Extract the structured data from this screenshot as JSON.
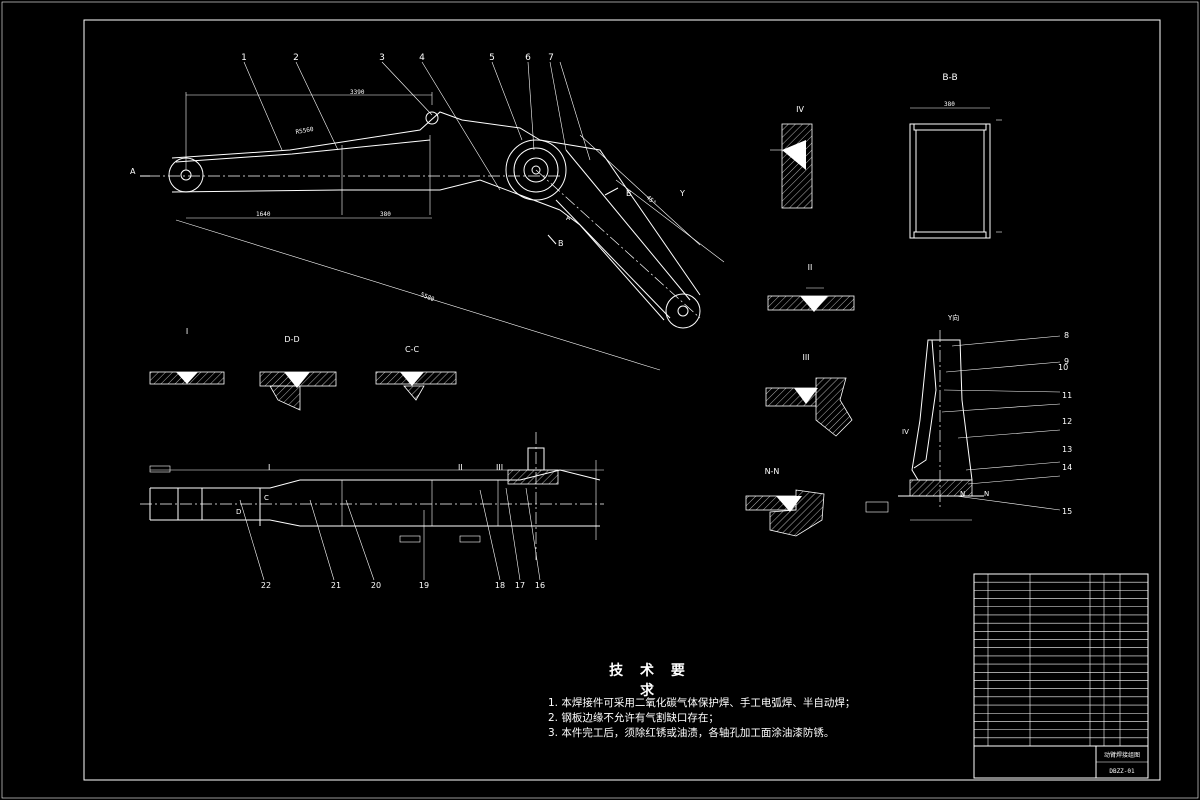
{
  "balloons": [
    "1",
    "2",
    "3",
    "4",
    "5",
    "6",
    "7",
    "8",
    "9",
    "10",
    "11",
    "12",
    "13",
    "14",
    "15",
    "16",
    "17",
    "18",
    "19",
    "20",
    "21",
    "22"
  ],
  "section_labels": {
    "bb": "B-B",
    "iv": "IV",
    "ii": "II",
    "iii": "III",
    "nn": "N-N",
    "i": "I",
    "dd": "D-D",
    "cc": "C-C",
    "y_view": "Y向"
  },
  "view_markers": {
    "a_left": "A",
    "b_upper": "B",
    "b_lower": "B",
    "a_small": "A",
    "y": "Y",
    "c": "C",
    "d": "D",
    "n1": "N",
    "n2": "N"
  },
  "dimensions": {
    "top_span": "3390",
    "r_label": "R5560",
    "bottom_1": "1640",
    "bottom_2": "380",
    "overall": "5580",
    "angle_arm": "45°",
    "bb_width": "380"
  },
  "requirements": {
    "title": "技 术 要 求",
    "items": [
      "1.  本焊接件可采用二氧化碳气体保护焊、手工电弧焊、半自动焊；",
      "2.  钢板边缘不允许有气割缺口存在；",
      "3.  本件完工后，须除红锈或油渍，各轴孔加工面涂油漆防锈。"
    ]
  },
  "title_block": {
    "rows": 21,
    "drawing_name": "动臂焊接组图",
    "drawing_no": "DBZZ-01"
  }
}
